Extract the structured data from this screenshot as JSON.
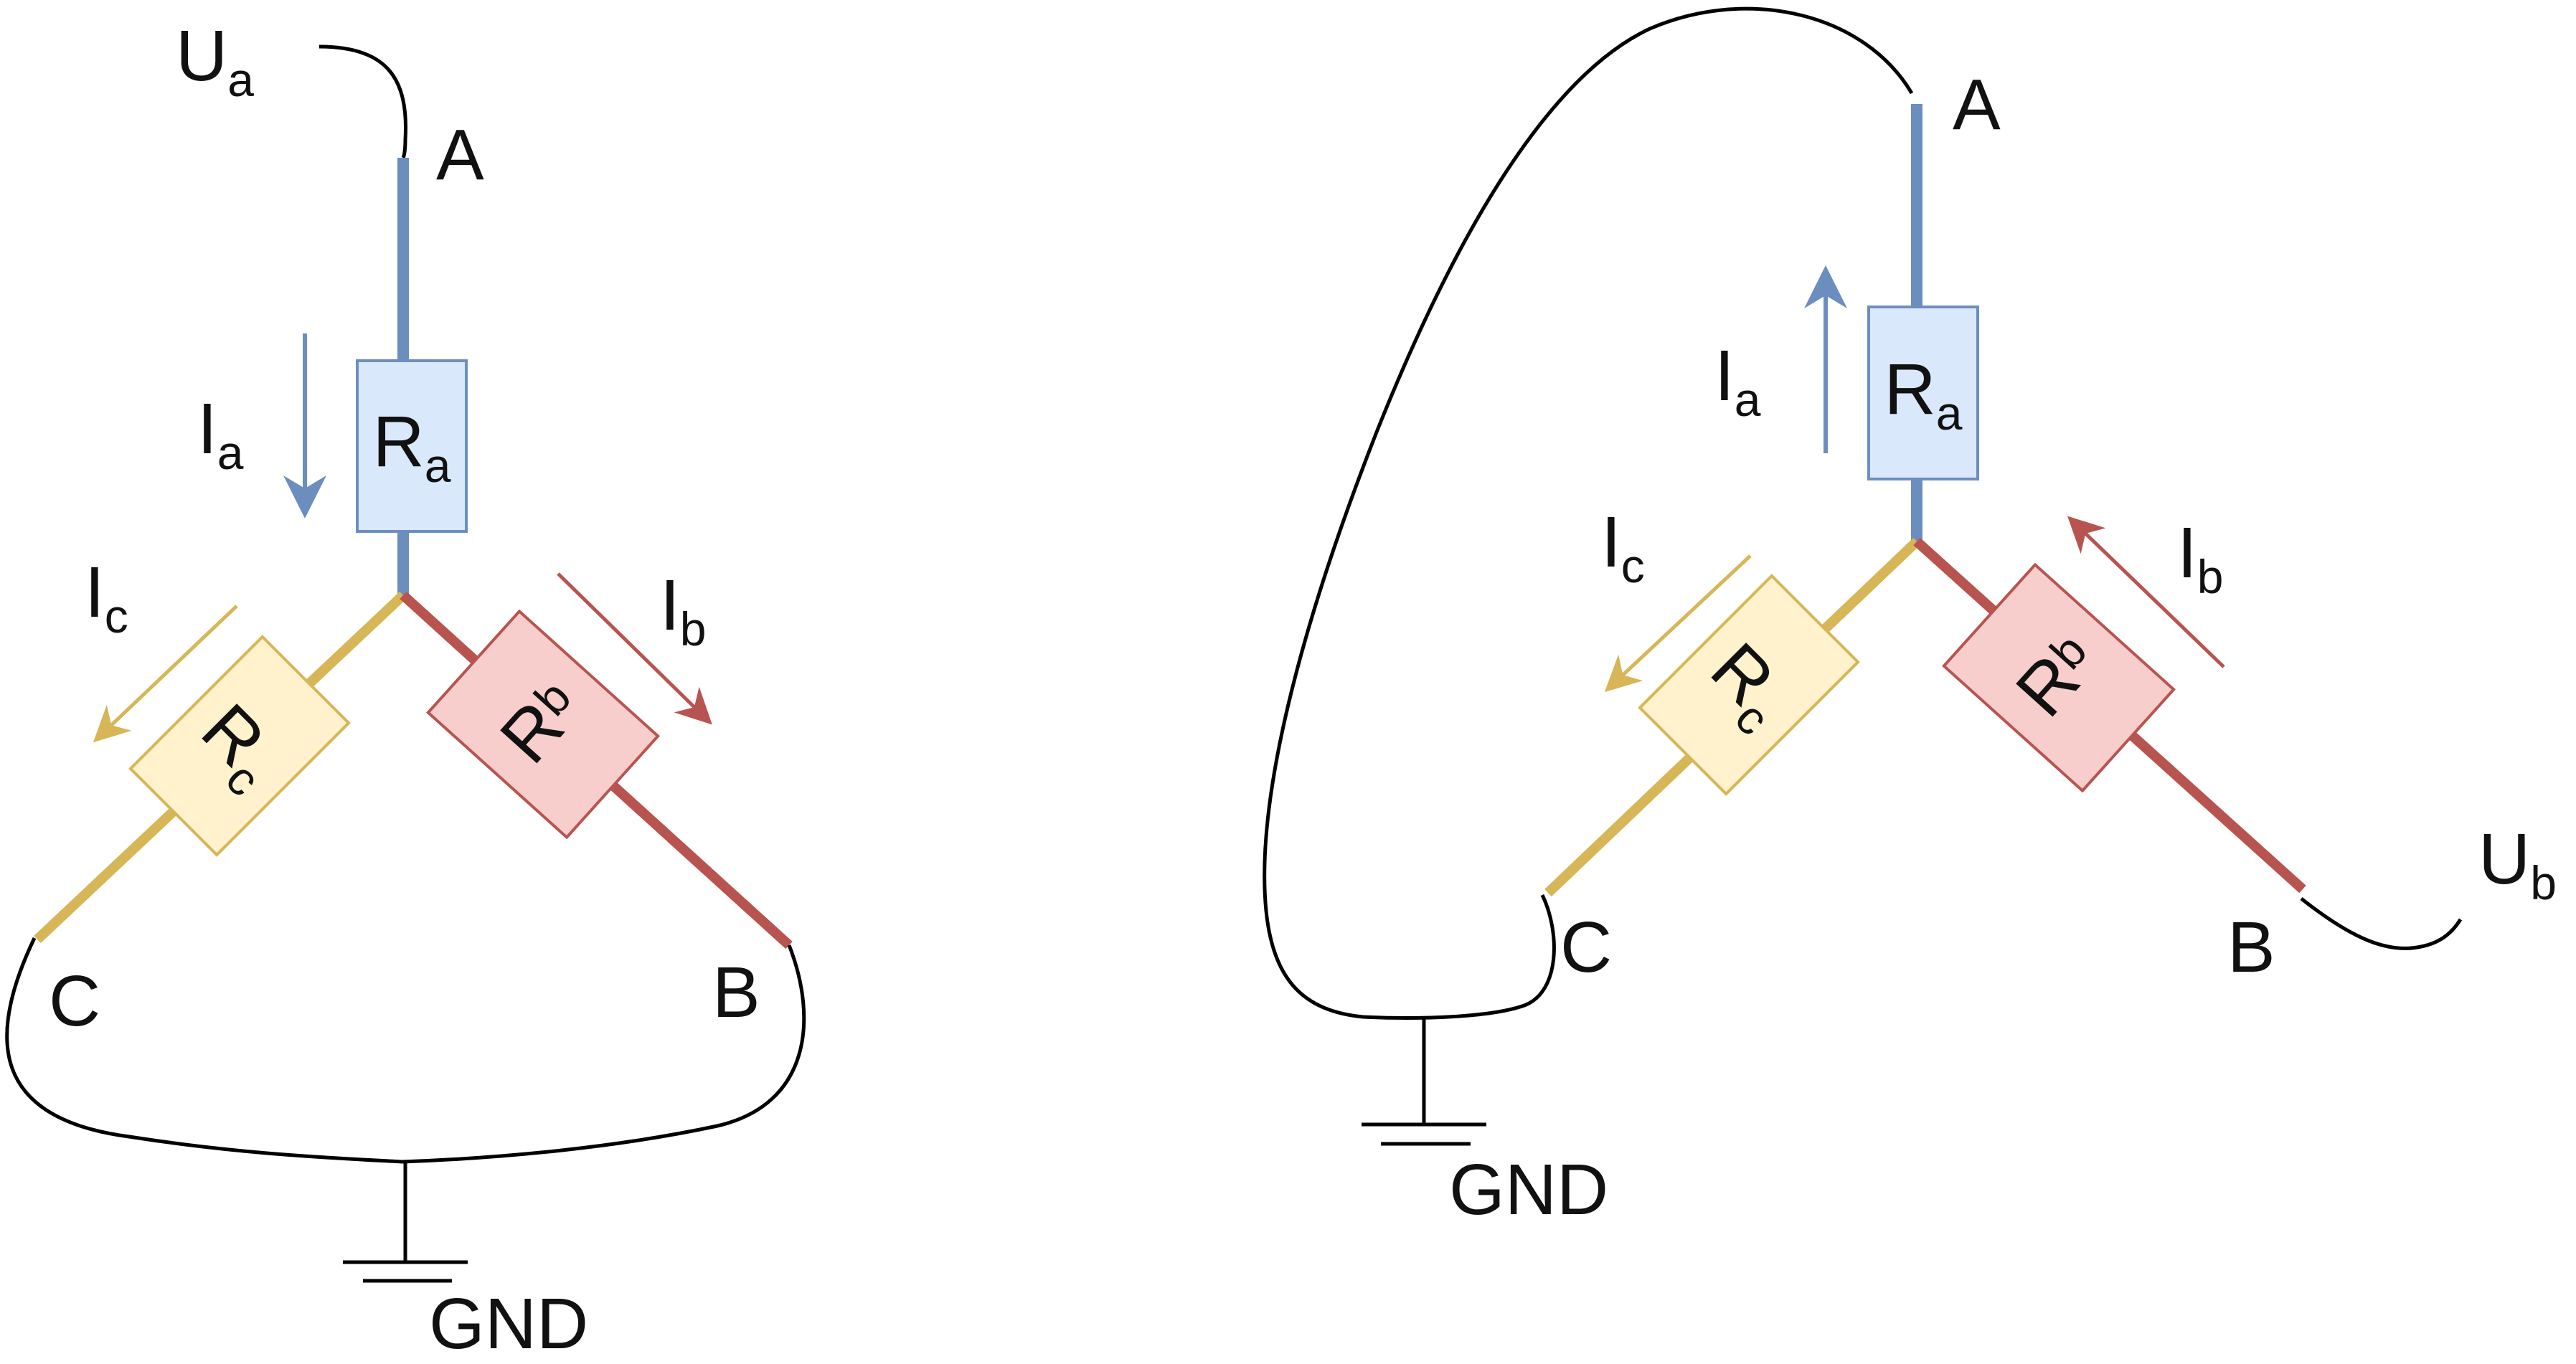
{
  "colors": {
    "phase_a": "#6c8ebf",
    "phase_b": "#b85450",
    "phase_c": "#d6b656",
    "box_a_fill": "#dae8fc",
    "box_b_fill": "#f8cecc",
    "box_c_fill": "#fff2cc",
    "wire": "#000000"
  },
  "left": {
    "source": {
      "letter": "U",
      "sub": "a"
    },
    "node_a": "A",
    "node_b": "B",
    "node_c": "C",
    "ground": "GND",
    "resistor_a": {
      "letter": "R",
      "sub": "a"
    },
    "resistor_b": {
      "letter": "R",
      "sub": "b"
    },
    "resistor_c": {
      "letter": "R",
      "sub": "c"
    },
    "current_a": {
      "letter": "I",
      "sub": "a"
    },
    "current_b": {
      "letter": "I",
      "sub": "b"
    },
    "current_c": {
      "letter": "I",
      "sub": "c"
    }
  },
  "right": {
    "source": {
      "letter": "U",
      "sub": "b"
    },
    "node_a": "A",
    "node_b": "B",
    "node_c": "C",
    "ground": "GND",
    "resistor_a": {
      "letter": "R",
      "sub": "a"
    },
    "resistor_b": {
      "letter": "R",
      "sub": "b"
    },
    "resistor_c": {
      "letter": "R",
      "sub": "c"
    },
    "current_a": {
      "letter": "I",
      "sub": "a"
    },
    "current_b": {
      "letter": "I",
      "sub": "b"
    },
    "current_c": {
      "letter": "I",
      "sub": "c"
    }
  }
}
